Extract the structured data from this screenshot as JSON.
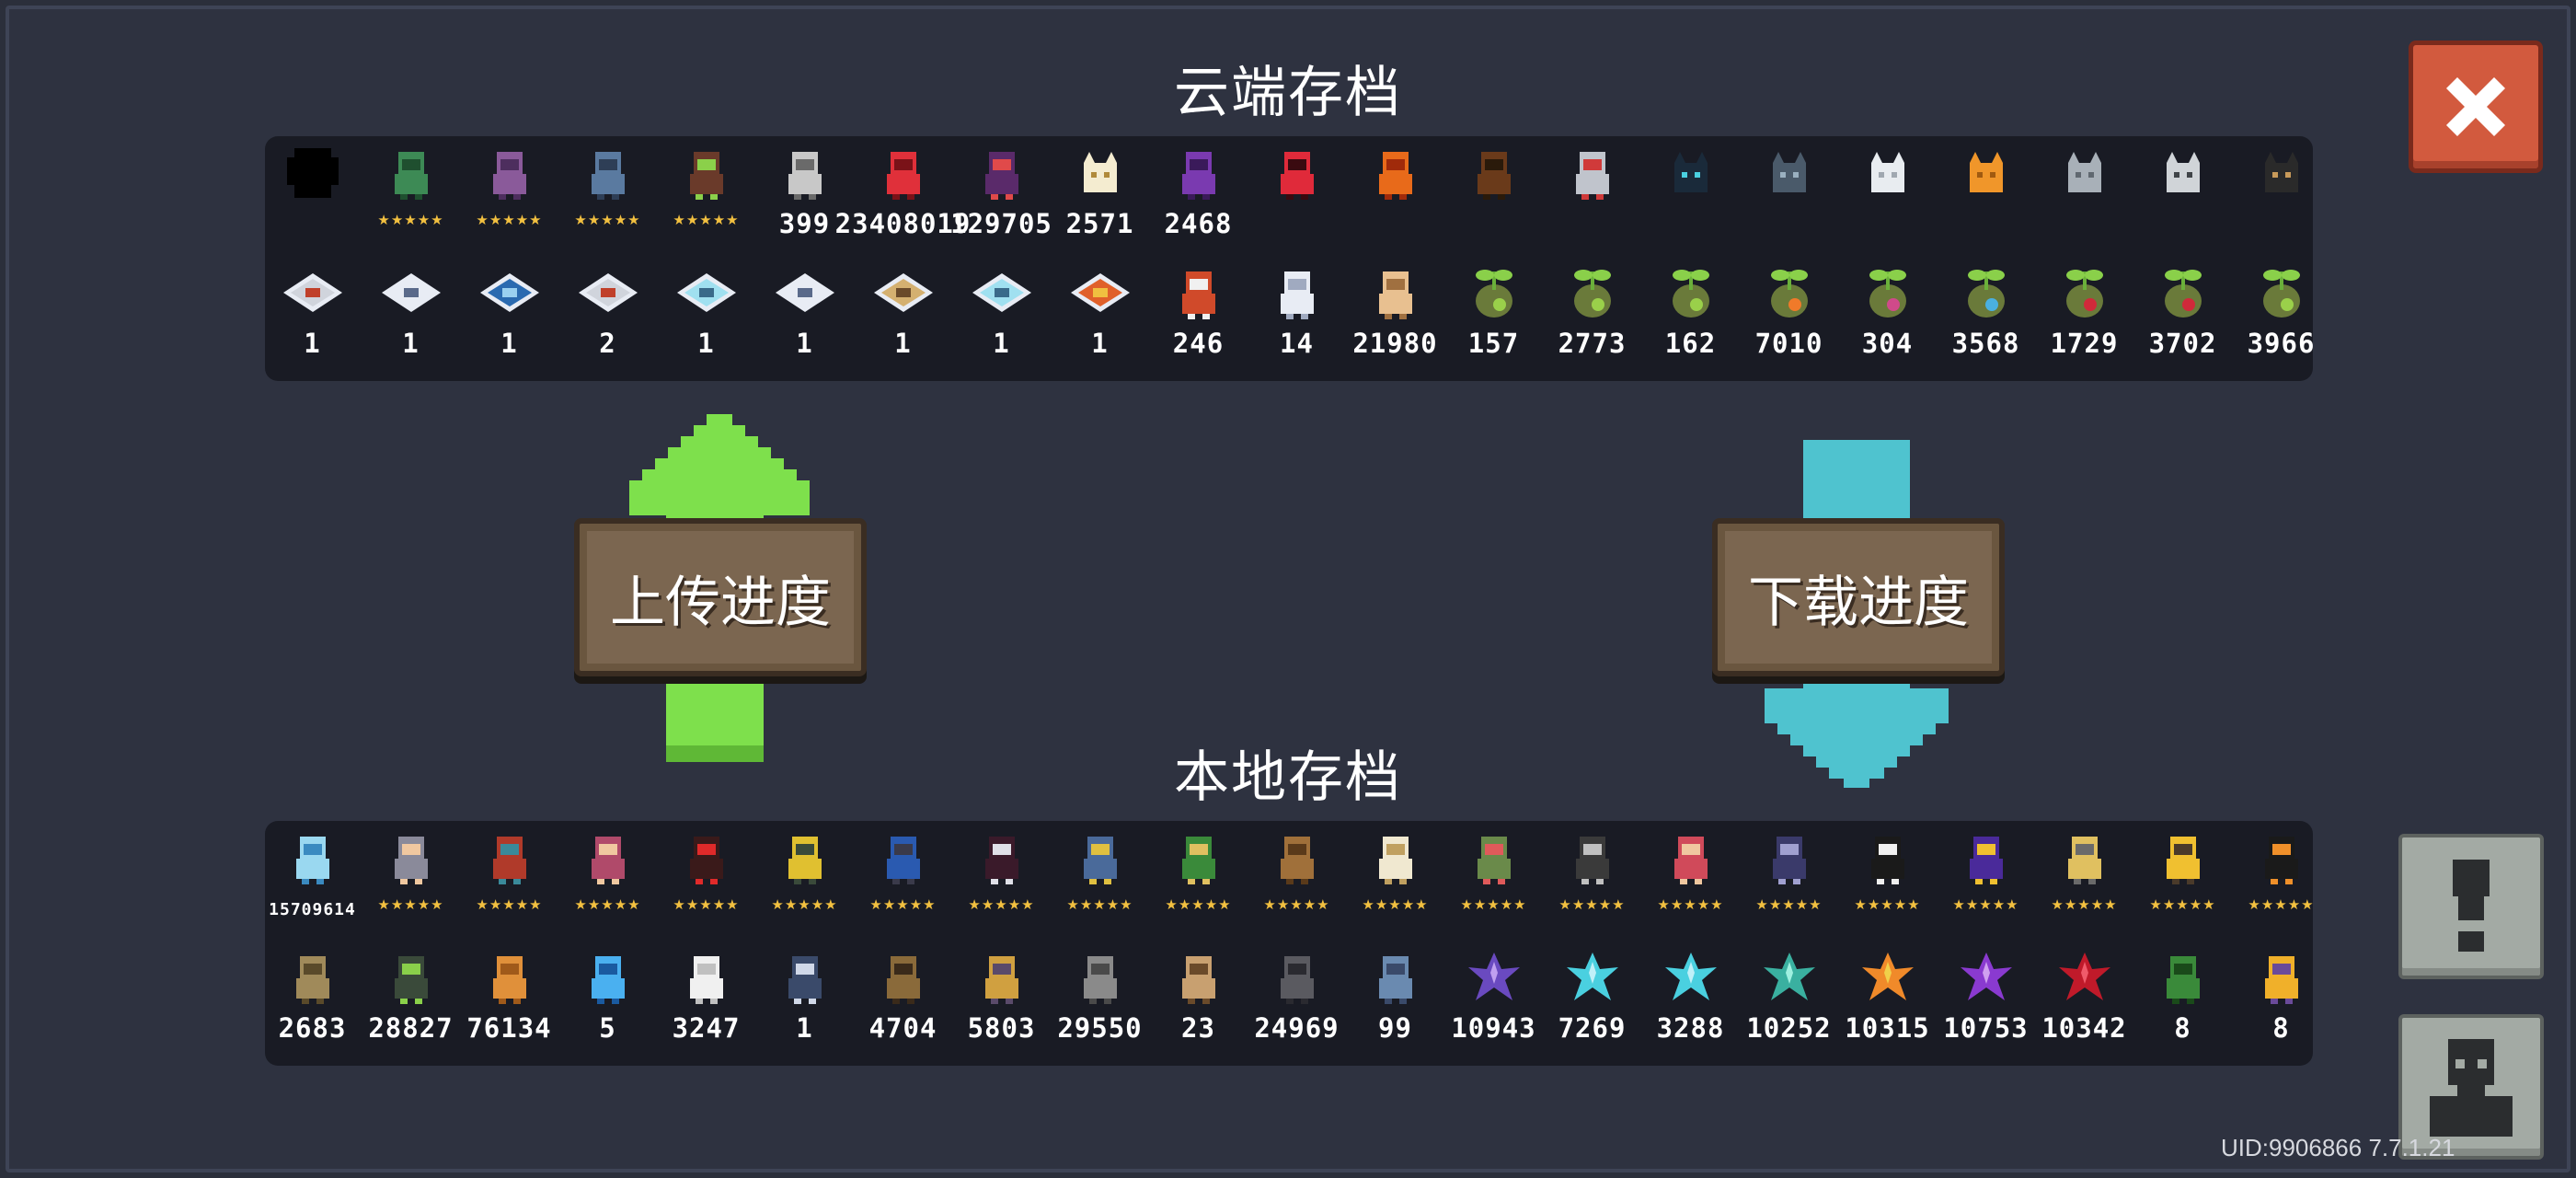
{
  "titles": {
    "cloud": "云端存档",
    "local": "本地存档"
  },
  "buttons": {
    "upload": "上传进度",
    "download": "下载进度"
  },
  "uid": "UID:9906866 7.7.1.21",
  "colors": {
    "upload_arrow": "#7ee04c",
    "download_arrow": "#4fc3cf",
    "close": "#d25a3e"
  },
  "cloud_row1": [
    {
      "icon": "silhouette-icon",
      "label": ""
    },
    {
      "icon": "green-safe-icon",
      "stars": "★★★★★"
    },
    {
      "icon": "purple-crate-icon",
      "stars": "★★★★★"
    },
    {
      "icon": "barrel-icon",
      "stars": "★★★★★"
    },
    {
      "icon": "potted-sprout-icon",
      "stars": "★★★★★"
    },
    {
      "icon": "gun-icon",
      "label": "399"
    },
    {
      "icon": "red-blob-icon",
      "label": "23408019"
    },
    {
      "icon": "dragon-icon",
      "label": "129705"
    },
    {
      "icon": "certificate-icon",
      "label": "2571"
    },
    {
      "icon": "purple-orb-icon",
      "label": "2468"
    },
    {
      "icon": "bat-icon",
      "label": ""
    },
    {
      "icon": "fire-crab-icon",
      "label": ""
    },
    {
      "icon": "small-bird-icon",
      "label": ""
    },
    {
      "icon": "robot-cart-icon",
      "label": ""
    },
    {
      "icon": "black-cat-icon",
      "label": ""
    },
    {
      "icon": "gray-cat-icon",
      "label": ""
    },
    {
      "icon": "white-cat-icon",
      "label": ""
    },
    {
      "icon": "orange-cat-icon",
      "label": ""
    },
    {
      "icon": "silver-cat-icon",
      "label": ""
    },
    {
      "icon": "fat-cat-icon",
      "label": ""
    },
    {
      "icon": "dog-icon",
      "label": ""
    }
  ],
  "cloud_row2": [
    {
      "icon": "blueprint-red-icon",
      "label": "1"
    },
    {
      "icon": "blueprint-white-icon",
      "label": "1"
    },
    {
      "icon": "blueprint-blue-icon",
      "label": "1"
    },
    {
      "icon": "blueprint-red-icon",
      "label": "2"
    },
    {
      "icon": "blueprint-cyan-icon",
      "label": "1"
    },
    {
      "icon": "blueprint-white-icon",
      "label": "1"
    },
    {
      "icon": "blueprint-gold-icon",
      "label": "1"
    },
    {
      "icon": "blueprint-cyan-icon",
      "label": "1"
    },
    {
      "icon": "blueprint-orange-icon",
      "label": "1"
    },
    {
      "icon": "energy-card-icon",
      "label": "246"
    },
    {
      "icon": "feather-icon",
      "label": "14"
    },
    {
      "icon": "wood-plank-icon",
      "label": "21980"
    },
    {
      "icon": "seed-sprout-icon",
      "label": "157"
    },
    {
      "icon": "seed-sprout-icon",
      "label": "2773"
    },
    {
      "icon": "seed-sprout-icon",
      "label": "162"
    },
    {
      "icon": "seed-carrot-icon",
      "label": "7010"
    },
    {
      "icon": "seed-flower-icon",
      "label": "304"
    },
    {
      "icon": "seed-blue-icon",
      "label": "3568"
    },
    {
      "icon": "seed-red-icon",
      "label": "1729"
    },
    {
      "icon": "seed-red-icon",
      "label": "3702"
    },
    {
      "icon": "seed-sprout-icon",
      "label": "3966"
    }
  ],
  "local_row1": [
    {
      "icon": "gems-icon",
      "label": "15709614",
      "small": true
    },
    {
      "icon": "knight-icon",
      "stars": "★★★★★"
    },
    {
      "icon": "rogue-icon",
      "stars": "★★★★★"
    },
    {
      "icon": "witch-icon",
      "stars": "★★★★★"
    },
    {
      "icon": "assassin-icon",
      "stars": "★★★★★"
    },
    {
      "icon": "engineer-icon",
      "stars": "★★★★★"
    },
    {
      "icon": "robot-icon",
      "stars": "★★★★★"
    },
    {
      "icon": "vampire-icon",
      "stars": "★★★★★"
    },
    {
      "icon": "paladin-icon",
      "stars": "★★★★★"
    },
    {
      "icon": "elf-icon",
      "stars": "★★★★★"
    },
    {
      "icon": "werewolf-icon",
      "stars": "★★★★★"
    },
    {
      "icon": "priest-icon",
      "stars": "★★★★★"
    },
    {
      "icon": "druid-icon",
      "stars": "★★★★★"
    },
    {
      "icon": "officer-icon",
      "stars": "★★★★★"
    },
    {
      "icon": "berserker-icon",
      "stars": "★★★★★"
    },
    {
      "icon": "necromancer-icon",
      "stars": "★★★★★"
    },
    {
      "icon": "taoist-icon",
      "stars": "★★★★★"
    },
    {
      "icon": "air-bender-icon",
      "stars": "★★★★★"
    },
    {
      "icon": "alchemist-icon",
      "stars": "★★★★★"
    },
    {
      "icon": "inventor-icon",
      "stars": "★★★★★"
    },
    {
      "icon": "demonmaster-icon",
      "stars": "★★★★★"
    }
  ],
  "local_row2": [
    {
      "icon": "wheat-bundle-icon",
      "label": "2683"
    },
    {
      "icon": "battery-icon",
      "label": "28827"
    },
    {
      "icon": "ore-chunk-icon",
      "label": "76134"
    },
    {
      "icon": "blue-orb-icon",
      "label": "5"
    },
    {
      "icon": "sack-icon",
      "label": "3247"
    },
    {
      "icon": "leaf-coin-icon",
      "label": "1"
    },
    {
      "icon": "telescope-icon",
      "label": "4704"
    },
    {
      "icon": "gold-sandal-icon",
      "label": "5803"
    },
    {
      "icon": "gear-part-icon",
      "label": "29550"
    },
    {
      "icon": "scroll-map-icon",
      "label": "23"
    },
    {
      "icon": "coal-icon",
      "label": "24969"
    },
    {
      "icon": "fish-scale-icon",
      "label": "99"
    },
    {
      "icon": "purple-crystal-icon",
      "label": "10943"
    },
    {
      "icon": "cyan-crystal-icon",
      "label": "7269"
    },
    {
      "icon": "cyan-crystal-icon",
      "label": "3288"
    },
    {
      "icon": "teal-crystal-icon",
      "label": "10252"
    },
    {
      "icon": "orange-crystal-icon",
      "label": "10315"
    },
    {
      "icon": "violet-crystal-icon",
      "label": "10753"
    },
    {
      "icon": "red-crystal-icon",
      "label": "10342"
    },
    {
      "icon": "green-dragon-icon",
      "label": "8"
    },
    {
      "icon": "torch-icon",
      "label": "8"
    }
  ]
}
